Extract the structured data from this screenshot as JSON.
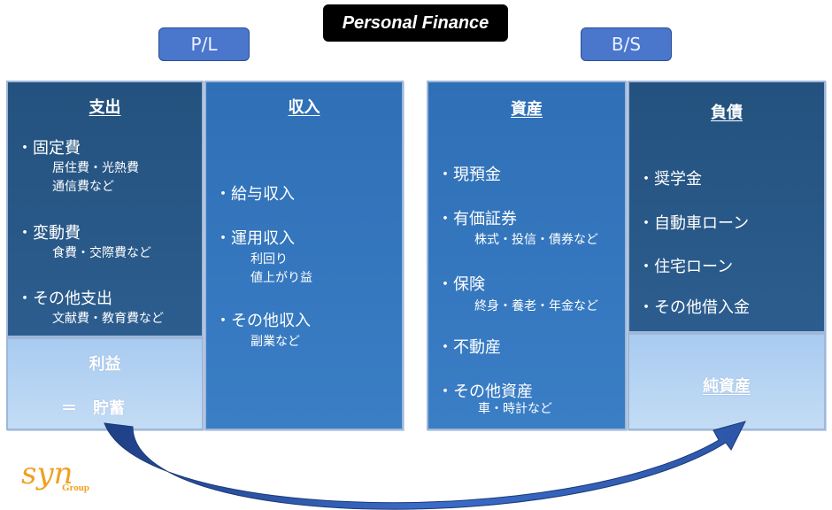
{
  "title": "Personal Finance",
  "pl": {
    "tag": "P/L",
    "expenses": {
      "heading": "支出",
      "items": [
        {
          "label": "・固定費",
          "sub": [
            "居住費・光熱費",
            "通信費など"
          ]
        },
        {
          "label": "・変動費",
          "sub": [
            "食費・交際費など"
          ]
        },
        {
          "label": "・その他支出",
          "sub": [
            "文献費・教育費など"
          ]
        }
      ]
    },
    "profit": {
      "heading": "利益",
      "equals": "＝　貯蓄"
    },
    "income": {
      "heading": "収入",
      "items": [
        {
          "label": "・給与収入",
          "sub": []
        },
        {
          "label": "・運用収入",
          "sub": [
            "利回り",
            "値上がり益"
          ]
        },
        {
          "label": "・その他収入",
          "sub": [
            "副業など"
          ]
        }
      ]
    }
  },
  "bs": {
    "tag": "B/S",
    "assets": {
      "heading": "資産",
      "items": [
        {
          "label": "・現預金",
          "sub": []
        },
        {
          "label": "・有価証券",
          "sub": [
            "株式・投信・債券など"
          ]
        },
        {
          "label": "・保険",
          "sub": [
            "終身・養老・年金など"
          ]
        },
        {
          "label": "・不動産",
          "sub": []
        },
        {
          "label": "・その他資産",
          "sub": [
            "車・時計など"
          ]
        }
      ]
    },
    "liabilities": {
      "heading": "負債",
      "items": [
        "・奨学金",
        "・自動車ローン",
        "・住宅ローン",
        "・その他借入金"
      ]
    },
    "net_assets": {
      "heading": "純資産"
    }
  },
  "logo": {
    "text": "syn",
    "sub": "Group"
  },
  "colors": {
    "dark_panel": "#24527f",
    "mid_panel": "#2f6fb6",
    "pale_panel": "#b5d3f2",
    "tag": "#4a76cc",
    "arrow": "#2d56a8",
    "logo": "#f0a020"
  }
}
